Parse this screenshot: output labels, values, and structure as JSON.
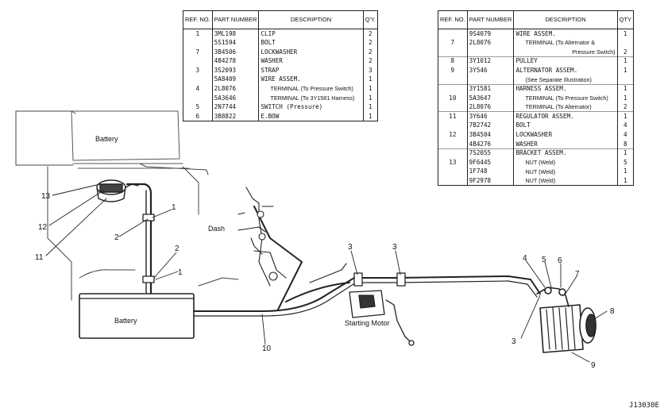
{
  "table_left": {
    "headers": [
      "REF. NO.",
      "PART NUMBER",
      "DESCRIPTION",
      "Q'Y."
    ],
    "rows": [
      {
        "ref": "1",
        "part": "3ML198",
        "desc": "CLIP",
        "qty": "2"
      },
      {
        "ref": "",
        "part": "5S1594",
        "desc": "BOLT",
        "qty": "2"
      },
      {
        "ref": "7",
        "part": "3B4506",
        "desc": "LOCKWASHER",
        "qty": "2"
      },
      {
        "ref": "",
        "part": "4B4278",
        "desc": "WASHER",
        "qty": "2"
      },
      {
        "ref": "3",
        "part": "3S2093",
        "desc": "STRAP",
        "qty": "3"
      },
      {
        "ref": "",
        "part": "5A8409",
        "desc": "WIRE ASSEM.",
        "qty": "1"
      },
      {
        "ref": "4",
        "part": "2L8076",
        "desc": "TERMINAL (To Pressure Switch)",
        "qty": "1"
      },
      {
        "ref": "",
        "part": "5A3646",
        "desc": "TERMINAL (To 3Y1581 Harness)",
        "qty": "1"
      },
      {
        "ref": "5",
        "part": "2N7744",
        "desc": "SWITCH (Pressure)",
        "qty": "1"
      },
      {
        "ref": "6",
        "part": "3B8822",
        "desc": "E.BOW",
        "qty": "1"
      }
    ]
  },
  "table_right": {
    "headers": [
      "REF. NO.",
      "PART NUMBER",
      "DESCRIPTION",
      "QTY"
    ],
    "rows": [
      {
        "ref": "",
        "part": "9S4079",
        "desc": "WIRE ASSEM.",
        "qty": "1"
      },
      {
        "ref": "7",
        "part": "2L8076",
        "desc": "TERMINAL (To Alternator &",
        "qty": ""
      },
      {
        "ref": "",
        "part": "",
        "desc": "Pressure Switch)",
        "qty": "2"
      },
      {
        "ref": "8",
        "part": "3Y1012",
        "desc": "PULLEY",
        "qty": "1"
      },
      {
        "ref": "9",
        "part": "3Y546",
        "desc": "ALTERNATOR ASSEM.",
        "qty": "1"
      },
      {
        "ref": "",
        "part": "",
        "desc": "(See Separate Illustration)",
        "qty": ""
      },
      {
        "ref": "",
        "part": "3Y1581",
        "desc": "HARNESS ASSEM.",
        "qty": "1"
      },
      {
        "ref": "10",
        "part": "5A3647",
        "desc": "TERMINAL (To Pressure Switch)",
        "qty": "1"
      },
      {
        "ref": "",
        "part": "2L8076",
        "desc": "TERMINAL (To Alternator)",
        "qty": "2"
      },
      {
        "ref": "11",
        "part": "3Y646",
        "desc": "REGULATOR ASSEM.",
        "qty": "1"
      },
      {
        "ref": "",
        "part": "7B2742",
        "desc": "BOLT",
        "qty": "4"
      },
      {
        "ref": "12",
        "part": "3B4504",
        "desc": "LOCKWASHER",
        "qty": "4"
      },
      {
        "ref": "",
        "part": "4B4276",
        "desc": "WASHER",
        "qty": "8"
      },
      {
        "ref": "",
        "part": "7S2055",
        "desc": "BRACKET ASSEM.",
        "qty": "1"
      },
      {
        "ref": "13",
        "part": "9F6445",
        "desc": "NUT (Weld)",
        "qty": "5"
      },
      {
        "ref": "",
        "part": "1F748",
        "desc": "NUT (Weld)",
        "qty": "1"
      },
      {
        "ref": "",
        "part": "9F2978",
        "desc": "NUT (Weld)",
        "qty": "1"
      }
    ]
  },
  "labels": {
    "battery_top": "Battery",
    "battery_bottom": "Battery",
    "dash": "Dash",
    "starting_motor": "Starting Motor",
    "figure_code": "J13030E"
  },
  "callouts": [
    "1",
    "2",
    "2",
    "1",
    "3",
    "3",
    "3",
    "4",
    "5",
    "6",
    "7",
    "8",
    "9",
    "10",
    "11",
    "12",
    "13"
  ]
}
